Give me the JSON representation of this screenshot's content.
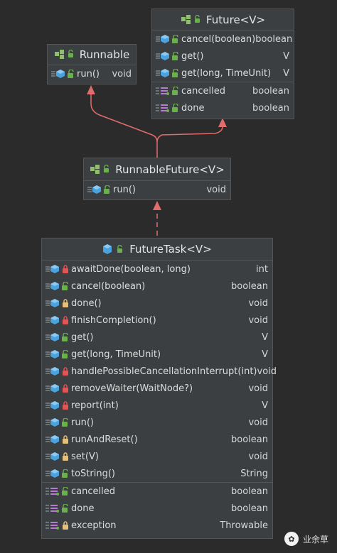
{
  "classes": {
    "future": {
      "title": "Future<V>",
      "methods": [
        {
          "name": "cancel(boolean)",
          "type": "boolean"
        },
        {
          "name": "get()",
          "type": "V"
        },
        {
          "name": "get(long, TimeUnit)",
          "type": "V"
        }
      ],
      "fields": [
        {
          "name": "cancelled",
          "type": "boolean"
        },
        {
          "name": "done",
          "type": "boolean"
        }
      ]
    },
    "runnable": {
      "title": "Runnable",
      "methods": [
        {
          "name": "run()",
          "type": "void"
        }
      ]
    },
    "runnable_future": {
      "title": "RunnableFuture<V>",
      "methods": [
        {
          "name": "run()",
          "type": "void"
        }
      ]
    },
    "future_task": {
      "title": "FutureTask<V>",
      "methods": [
        {
          "name": "awaitDone(boolean, long)",
          "type": "int",
          "access": "private"
        },
        {
          "name": "cancel(boolean)",
          "type": "boolean",
          "access": "public"
        },
        {
          "name": "done()",
          "type": "void",
          "access": "protected"
        },
        {
          "name": "finishCompletion()",
          "type": "void",
          "access": "private"
        },
        {
          "name": "get()",
          "type": "V",
          "access": "public"
        },
        {
          "name": "get(long, TimeUnit)",
          "type": "V",
          "access": "public"
        },
        {
          "name": "handlePossibleCancellationInterrupt(int)",
          "type": "void",
          "access": "private"
        },
        {
          "name": "removeWaiter(WaitNode?)",
          "type": "void",
          "access": "private"
        },
        {
          "name": "report(int)",
          "type": "V",
          "access": "private"
        },
        {
          "name": "run()",
          "type": "void",
          "access": "public"
        },
        {
          "name": "runAndReset()",
          "type": "boolean",
          "access": "protected"
        },
        {
          "name": "set(V)",
          "type": "void",
          "access": "protected"
        },
        {
          "name": "toString()",
          "type": "String",
          "access": "public"
        }
      ],
      "fields": [
        {
          "name": "cancelled",
          "type": "boolean",
          "access": "public"
        },
        {
          "name": "done",
          "type": "boolean",
          "access": "public"
        },
        {
          "name": "exception",
          "type": "Throwable",
          "access": "protected"
        }
      ]
    }
  },
  "icons": {
    "interface": "interface-icon",
    "class": "class-icon",
    "method": "method-icon",
    "property": "property-icon",
    "public": "unlocked-padlock-icon",
    "protected": "yellow-padlock-icon",
    "private": "red-padlock-icon"
  },
  "colors": {
    "background": "#2b2b2b",
    "box": "#3c3f41",
    "border": "#555555",
    "arrow": "#e06c6c",
    "public_lock": "#6ab04c",
    "protected_lock": "#e5c07b",
    "private_lock": "#e05555",
    "method": "#4aa3df",
    "interface": "#8fbf6a"
  },
  "watermark": {
    "text": "业余草"
  }
}
